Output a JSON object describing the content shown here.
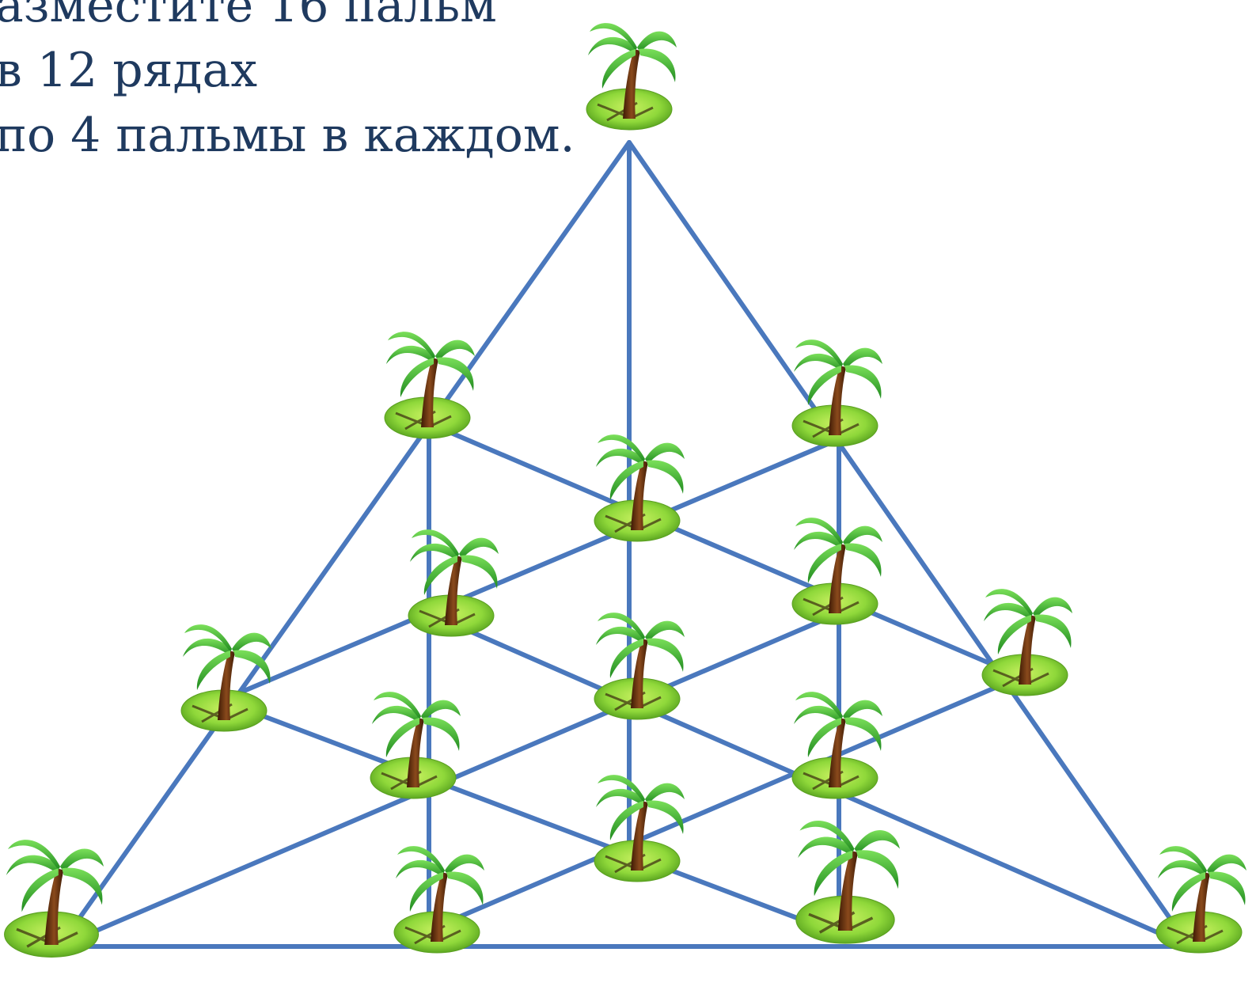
{
  "task": {
    "line1": "азместите 16 пальм",
    "line2": "в 12 рядах",
    "line3": "по 4 пальмы в каждом."
  },
  "colors": {
    "line": "#4a78bd",
    "text": "#1f3a5f",
    "island_light": "#9fe040",
    "island_dark": "#4f9a1a",
    "trunk": "#6b3410",
    "leaves": "#2fae2f"
  },
  "icons": {
    "palm": "palm-tree-icon"
  }
}
